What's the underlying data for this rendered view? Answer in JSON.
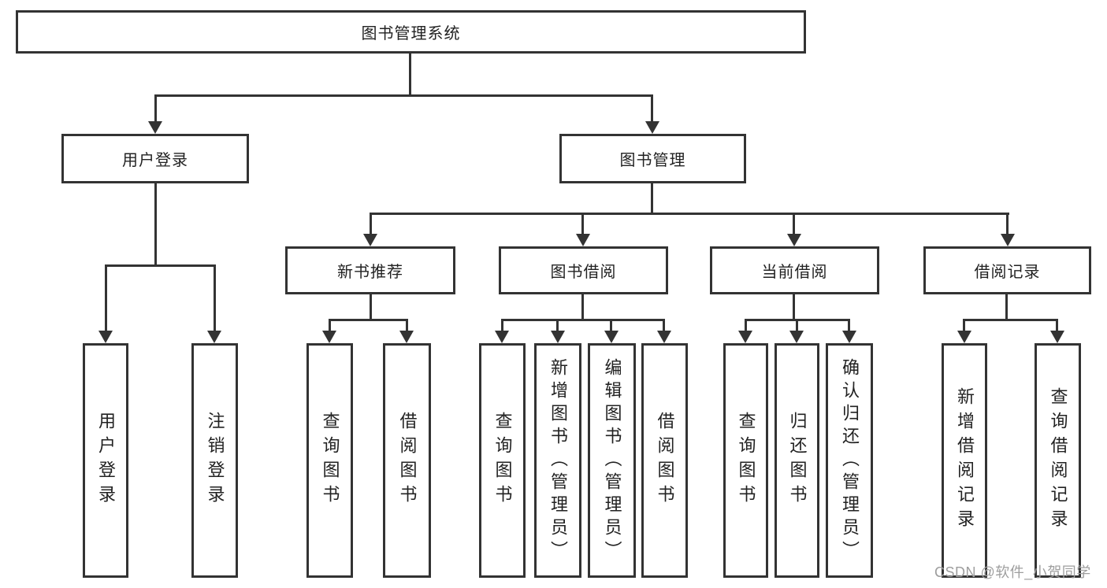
{
  "diagram": {
    "root": "图书管理系统",
    "level1": [
      "用户登录",
      "图书管理"
    ],
    "level2": [
      "新书推荐",
      "图书借阅",
      "当前借阅",
      "借阅记录"
    ],
    "leaves": {
      "user_login": [
        "用户登录",
        "注销登录"
      ],
      "new_book": [
        "查询图书",
        "借阅图书"
      ],
      "book_borrow": [
        "查询图书",
        "新增图书（管理员）",
        "编辑图书（管理员）",
        "借阅图书"
      ],
      "current_borrow": [
        "查询图书",
        "归还图书",
        "确认归还（管理员）"
      ],
      "borrow_record": [
        "新增借阅记录",
        "查询借阅记录"
      ]
    },
    "colors": {
      "line": "#333333",
      "text": "#222222",
      "watermark": "#9e9e9e"
    },
    "watermark": "CSDN @软件_小贺同学"
  }
}
